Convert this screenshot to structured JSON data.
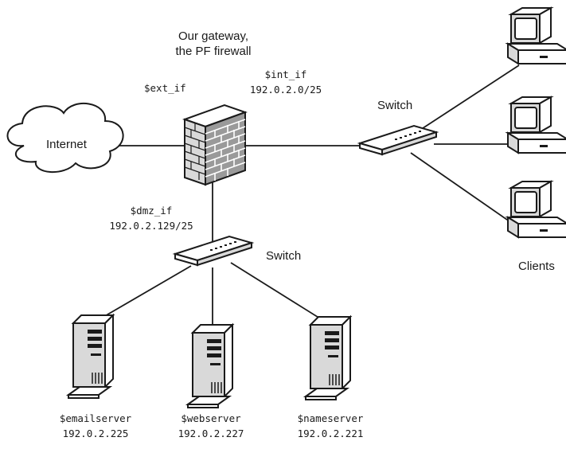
{
  "gateway": {
    "caption_line1": "Our gateway,",
    "caption_line2": "the PF firewall",
    "ext_if": "$ext_if",
    "int_if": "$int_if",
    "int_net": "192.0.2.0/25",
    "dmz_if": "$dmz_if",
    "dmz_net": "192.0.2.129/25"
  },
  "internet": {
    "label": "Internet"
  },
  "switch_internal": {
    "label": "Switch"
  },
  "switch_dmz": {
    "label": "Switch"
  },
  "clients": {
    "label": "Clients",
    "count": 3
  },
  "servers": [
    {
      "name": "$emailserver",
      "ip": "192.0.2.225"
    },
    {
      "name": "$webserver",
      "ip": "192.0.2.227"
    },
    {
      "name": "$nameserver",
      "ip": "192.0.2.221"
    }
  ],
  "colors": {
    "line": "#1a1a1a",
    "device_light": "#ffffff",
    "device_gray": "#d9d9d9",
    "device_dark": "#9a9a9a"
  }
}
